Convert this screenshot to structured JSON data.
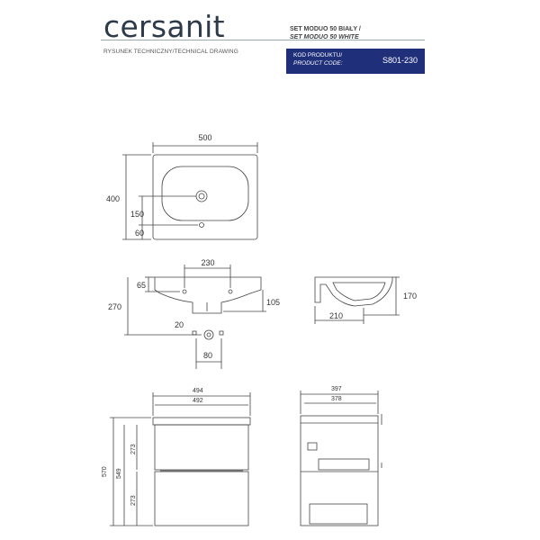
{
  "header": {
    "logo": "cersanit",
    "subtitle": "RYSUNEK TECHNICZNY/TECHNICAL DRAWING",
    "set_pl": "SET MODUO 50 BIAŁY /",
    "set_en": "SET MODUO 50 WHITE",
    "code_label_pl": "KOD PRODUKTU/",
    "code_label_en": "PRODUCT CODE:",
    "code_value": "S801-230"
  },
  "dimensions": {
    "basin_width": "500",
    "basin_depth": "400",
    "tap_offset": "150",
    "overflow_offset": "60",
    "hole_spacing": "230",
    "front_height_65": "65",
    "height_270": "270",
    "height_105": "105",
    "side_height": "170",
    "side_depth": "210",
    "waste_20": "20",
    "waste_80": "80",
    "cab_width_outer": "494",
    "cab_width_inner": "492",
    "cab_height_total": "570",
    "cab_height_549": "549",
    "drawer_top": "273",
    "drawer_bottom": "273",
    "side_depth_outer": "397",
    "side_depth_inner": "378"
  }
}
